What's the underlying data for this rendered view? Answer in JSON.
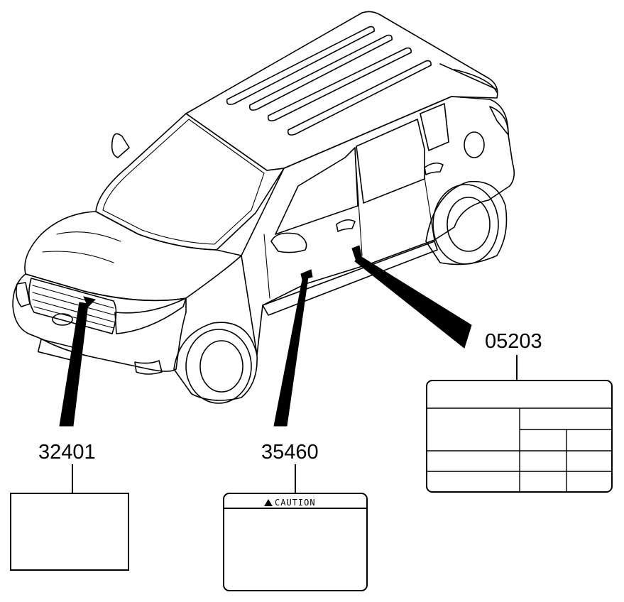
{
  "labels": [
    {
      "id": "front_hood",
      "part_number": "32401"
    },
    {
      "id": "door_pillar",
      "part_number": "35460",
      "caution_text": "CAUTION"
    },
    {
      "id": "rear_door_pillar",
      "part_number": "05203"
    }
  ]
}
